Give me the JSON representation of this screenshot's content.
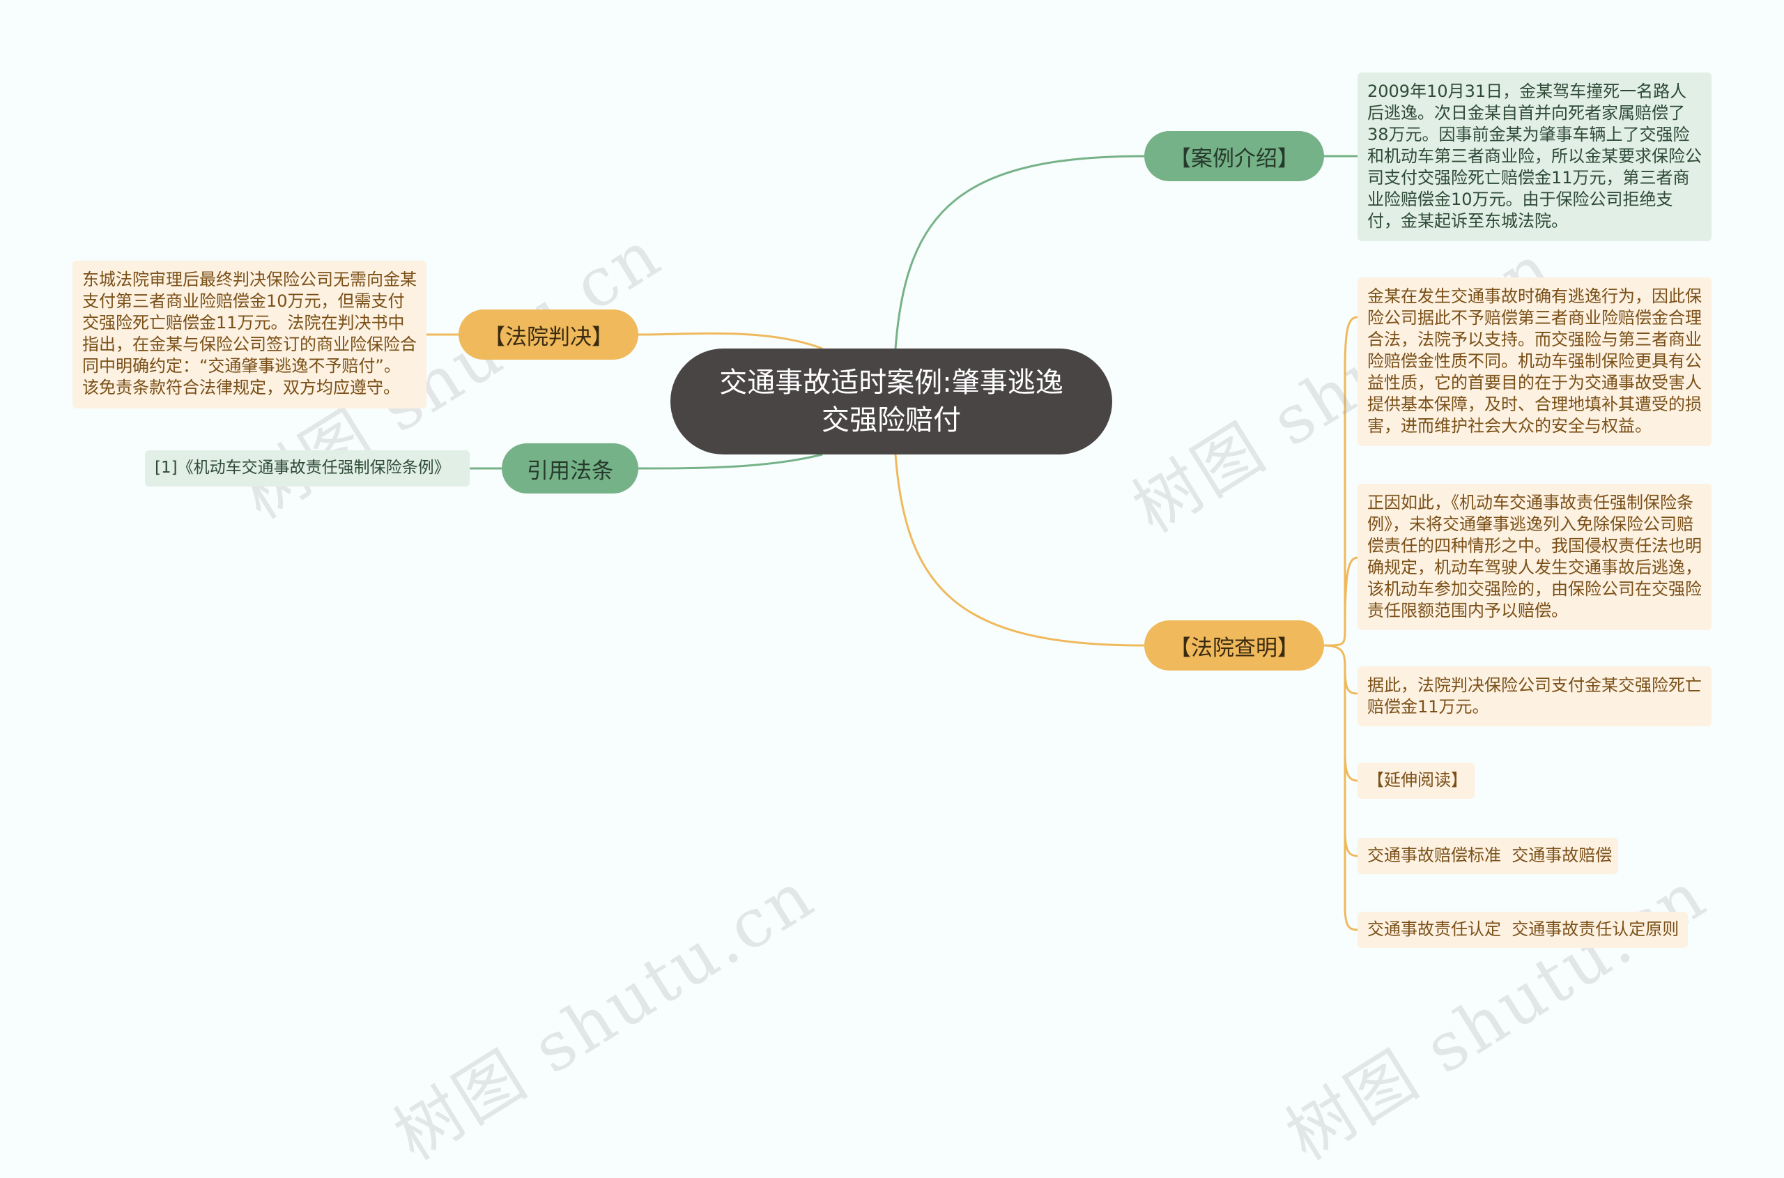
{
  "center": {
    "title": "交通事故适时案例:肇事逃逸交强险赔付"
  },
  "branches": {
    "case_intro": {
      "label": "【案例介绍】",
      "text": "2009年10月31日，金某驾车撞死一名路人后逃逸。次日金某自首并向死者家属赔偿了38万元。因事前金某为肇事车辆上了交强险和机动车第三者商业险，所以金某要求保险公司支付交强险死亡赔偿金11万元，第三者商业险赔偿金10万元。由于保险公司拒绝支付，金某起诉至东城法院。"
    },
    "judgment": {
      "label": "【法院判决】",
      "text": "东城法院审理后最终判决保险公司无需向金某支付第三者商业险赔偿金10万元，但需支付交强险死亡赔偿金11万元。法院在判决书中指出，在金某与保险公司签订的商业险保险合同中明确约定：“交通肇事逃逸不予赔付”。该免责条款符合法律规定，双方均应遵守。"
    },
    "cited_law": {
      "label": "引用法条",
      "text": "[1]《机动车交通事故责任强制保险条例》"
    },
    "court_findings": {
      "label": "【法院查明】",
      "items": [
        "金某在发生交通事故时确有逃逸行为，因此保险公司据此不予赔偿第三者商业险赔偿金合理合法，法院予以支持。而交强险与第三者商业险赔偿金性质不同。机动车强制保险更具有公益性质，它的首要目的在于为交通事故受害人提供基本保障，及时、合理地填补其遭受的损害，进而维护社会大众的安全与权益。",
        "正因如此，《机动车交通事故责任强制保险条例》，未将交通肇事逃逸列入免除保险公司赔偿责任的四种情形之中。我国侵权责任法也明确规定，机动车驾驶人发生交通事故后逃逸，该机动车参加交强险的，由保险公司在交强险责任限额范围内予以赔偿。",
        "据此，法院判决保险公司支付金某交强险死亡赔偿金11万元。",
        "【延伸阅读】",
        "交通事故赔偿标准  交通事故赔偿",
        "交通事故责任认定  交通事故责任认定原则"
      ]
    }
  },
  "watermark": "树图 shutu.cn",
  "colors": {
    "background": "#f8fdfd",
    "center": "#4a4545",
    "green": "#76b288",
    "orange": "#efb95c",
    "green_leaf": "#e2efe6",
    "orange_leaf": "#fdf1e1"
  }
}
